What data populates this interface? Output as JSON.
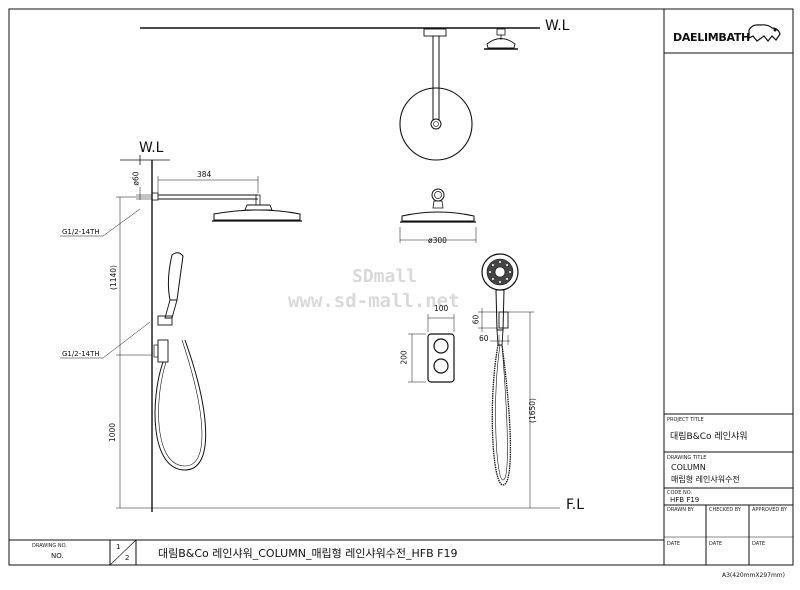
{
  "brand": {
    "logo_text": "DAELIMBATH"
  },
  "watermark": {
    "line1": "SDmall",
    "line2": "www.sd-mall.net"
  },
  "labels": {
    "wl_top": "W.L",
    "wl_left": "W.L",
    "fl": "F.L",
    "pipe_dia": "ø60",
    "arm_length": "384",
    "thread_upper": "G1/2-14TH",
    "thread_lower": "G1/2-14TH",
    "height_upper": "(1140)",
    "height_lower": "1000",
    "head_dia": "ø300",
    "valve_width": "100",
    "valve_height": "200",
    "holder_h": "60",
    "holder_w": "60",
    "hand_height": "(1650)"
  },
  "title_block": {
    "project_title_label": "PROJECT TITLE",
    "project_title": "대림B&Co 레인샤워",
    "drawing_title_label": "DRAWING TITLE",
    "drawing_title_1": "COLUMN",
    "drawing_title_2": "매립형 레인샤워수전",
    "code_label": "CODE NO.",
    "code": "HFB F19",
    "drawn_by": "DRAWN BY",
    "checked_by": "CHECKED BY",
    "approved_by": "APPROVED BY",
    "date1": "DATE",
    "date2": "DATE",
    "date3": "DATE"
  },
  "footer": {
    "drawing_no_label": "DRAWING NO.",
    "drawing_no": "NO.",
    "sheet_num": "1",
    "sheet_total": "2",
    "title": "대림B&Co 레인샤워_COLUMN_매립형 레인샤워수전_HFB F19",
    "paper": "A3(420mmX297mm)"
  }
}
